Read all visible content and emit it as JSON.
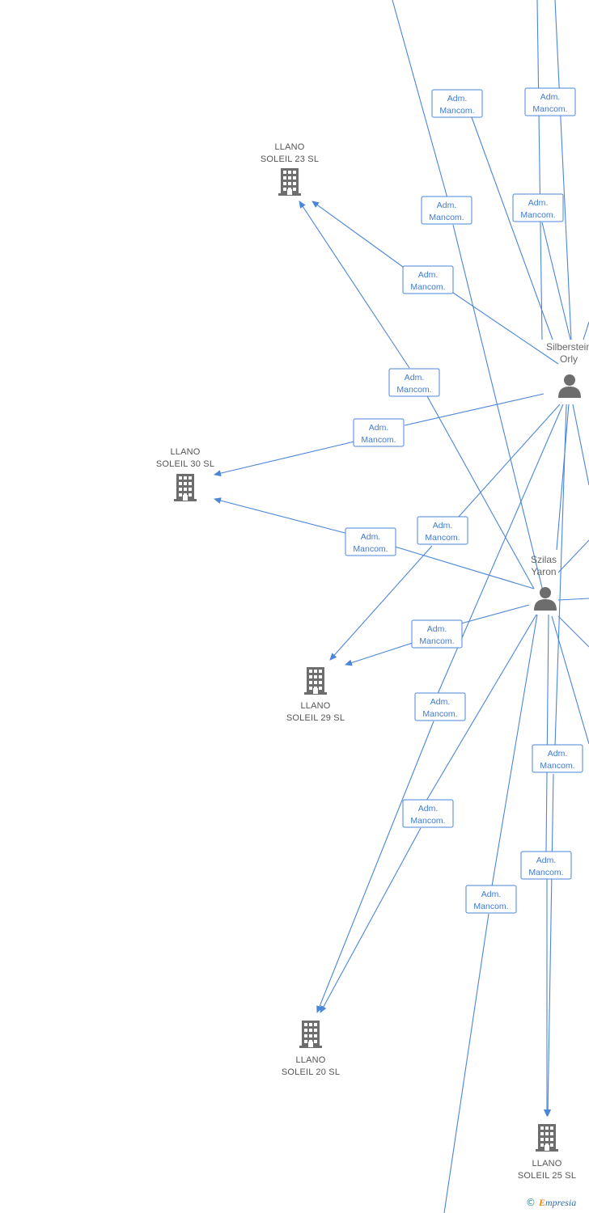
{
  "colors": {
    "edge": "#4a86d8",
    "edge_text": "#3f7bd0",
    "node": "#6d6d6d",
    "background": "#ffffff"
  },
  "edge_label": {
    "line1": "Adm.",
    "line2": "Mancom."
  },
  "companies": [
    {
      "id": "c23",
      "name_line1": "LLANO",
      "name_line2": "SOLEIL 23 SL",
      "icon": "building-icon"
    },
    {
      "id": "c30",
      "name_line1": "LLANO",
      "name_line2": "SOLEIL 30 SL",
      "icon": "building-icon"
    },
    {
      "id": "c29",
      "name_line1": "LLANO",
      "name_line2": "SOLEIL 29 SL",
      "icon": "building-icon"
    },
    {
      "id": "c20",
      "name_line1": "LLANO",
      "name_line2": "SOLEIL 20 SL",
      "icon": "building-icon"
    },
    {
      "id": "c25",
      "name_line1": "LLANO",
      "name_line2": "SOLEIL 25 SL",
      "icon": "building-icon"
    }
  ],
  "persons": [
    {
      "id": "silberstein",
      "name_line1": "Silberstein",
      "name_line2": "Orly",
      "icon": "person-icon"
    },
    {
      "id": "szilas",
      "name_line1": "Szilas",
      "name_line2": "Yaron",
      "icon": "person-icon"
    }
  ],
  "footer": {
    "copyright": "©",
    "brand_first": "E",
    "brand_rest": "mpresia"
  }
}
